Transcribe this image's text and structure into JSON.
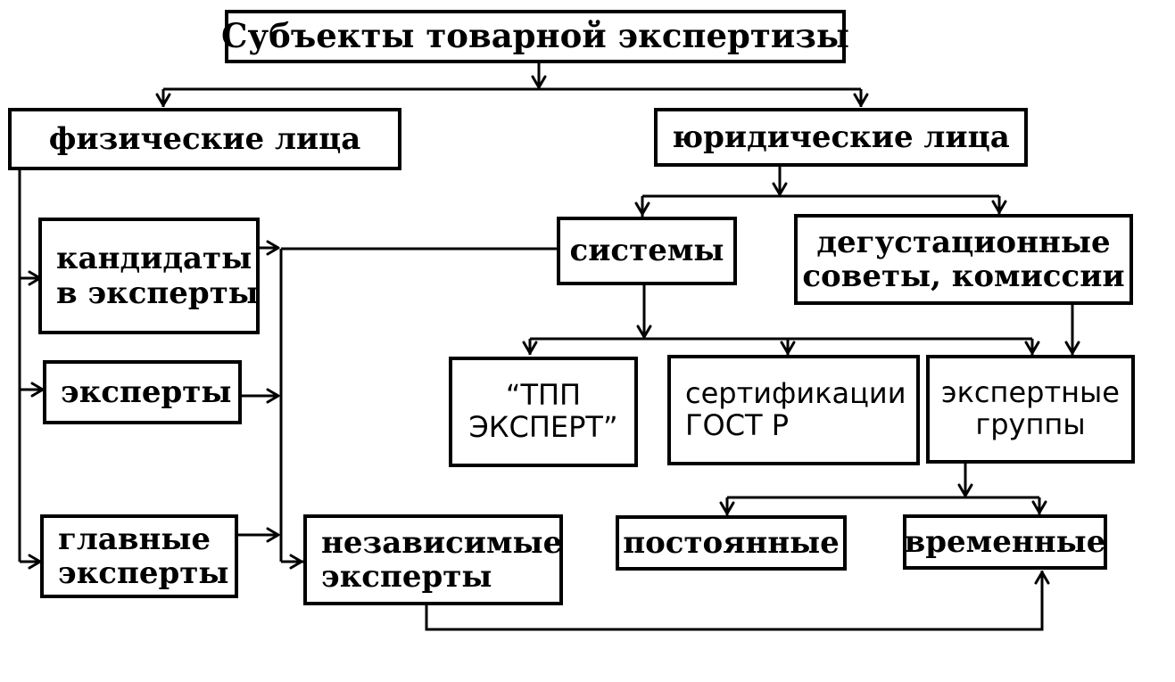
{
  "diagram": {
    "title": "Субъекты товарной экспертизы",
    "physical": "физические лица",
    "legal": "юридические лица",
    "candidates": [
      "кандидаты",
      "в эксперты"
    ],
    "experts": "эксперты",
    "chief_experts": [
      "главные",
      "эксперты"
    ],
    "independent_experts": [
      "независимые",
      "эксперты"
    ],
    "systems": "системы",
    "tasting_councils": [
      "дегустационные",
      "советы, комиссии"
    ],
    "tpp_expert": [
      "“ТПП",
      "ЭКСПЕРТ”"
    ],
    "gost_certification": [
      "сертификации",
      "ГОСТ Р"
    ],
    "expert_groups": [
      "экспертные",
      "группы"
    ],
    "permanent": "постоянные",
    "temporary": "временные"
  }
}
